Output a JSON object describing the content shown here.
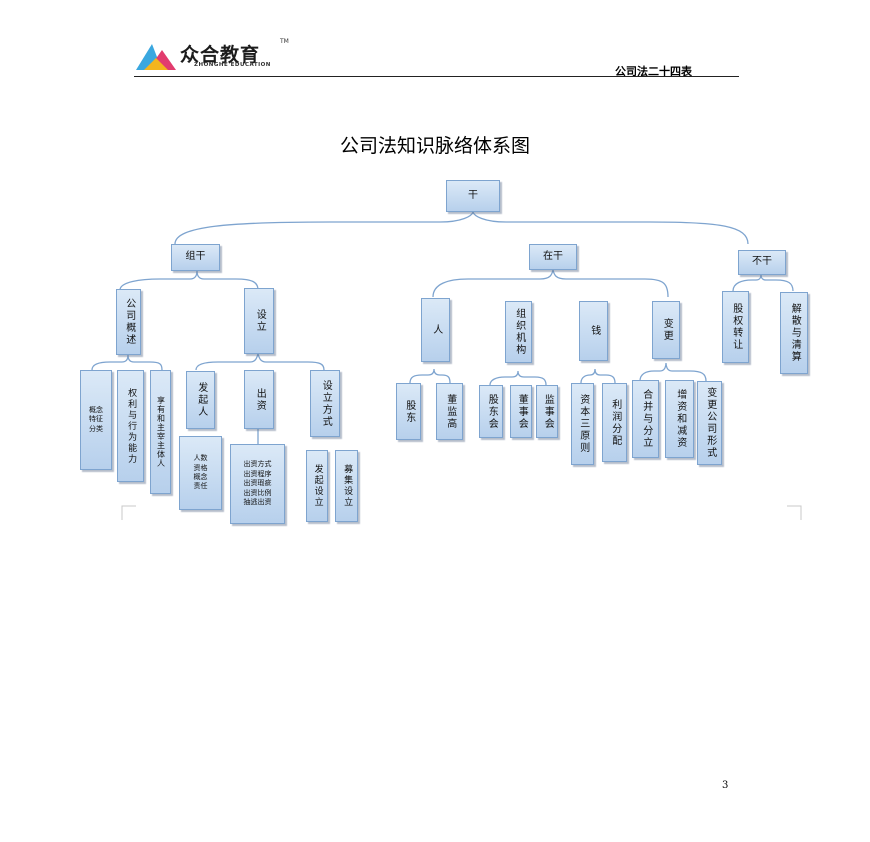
{
  "header": {
    "logo_text": "众合教育",
    "logo_tm": "TM",
    "logo_subtext": "ZHONGHE EDUCATION",
    "doc_title": "公司法二十四表"
  },
  "diagram": {
    "title": "公司法知识脉络体系图",
    "nodes": {
      "root": "干",
      "jigan": "组干",
      "zaigan": "在干",
      "bugan": "不干",
      "gongsi_gaishu": "公司概述",
      "sheli": "设立",
      "ren": "人",
      "zuzhi_jigou": "组织机构",
      "qian": "钱",
      "biangeng": "变更",
      "guquan_zhuanrang": "股权转让",
      "jiesan_qingsuan": "解散与清算",
      "gainian_tezheng_fenlei": "概念\n特征\n分类",
      "quanli_nengli": "权利与行为能力",
      "zhiji_zhuti": "享有和主宰主体人",
      "faqiren": "发起人",
      "chuzi": "出资",
      "sheli_fangshi": "设立方式",
      "faqiren_detail": "人数\n资格\n概念\n责任",
      "chuzi_detail": "出资方式\n出资程序\n出资瑕疵\n出资比例\n抽逃出资",
      "faqi_sheli": "发起设立",
      "muji_sheli": "募集设立",
      "gudong": "股东",
      "dongjiangao": "董监高",
      "gudonghui": "股东会",
      "dongshihui": "董事会",
      "jianshihui": "监事会",
      "ziben_sanyuanze": "资本三原则",
      "lirun_fenpei": "利润分配",
      "hebing_fenli": "合并与分立",
      "zengzi_jianzi": "增资和减资",
      "biangeng_xingshi": "变更公司形式"
    }
  },
  "page_number": "3"
}
